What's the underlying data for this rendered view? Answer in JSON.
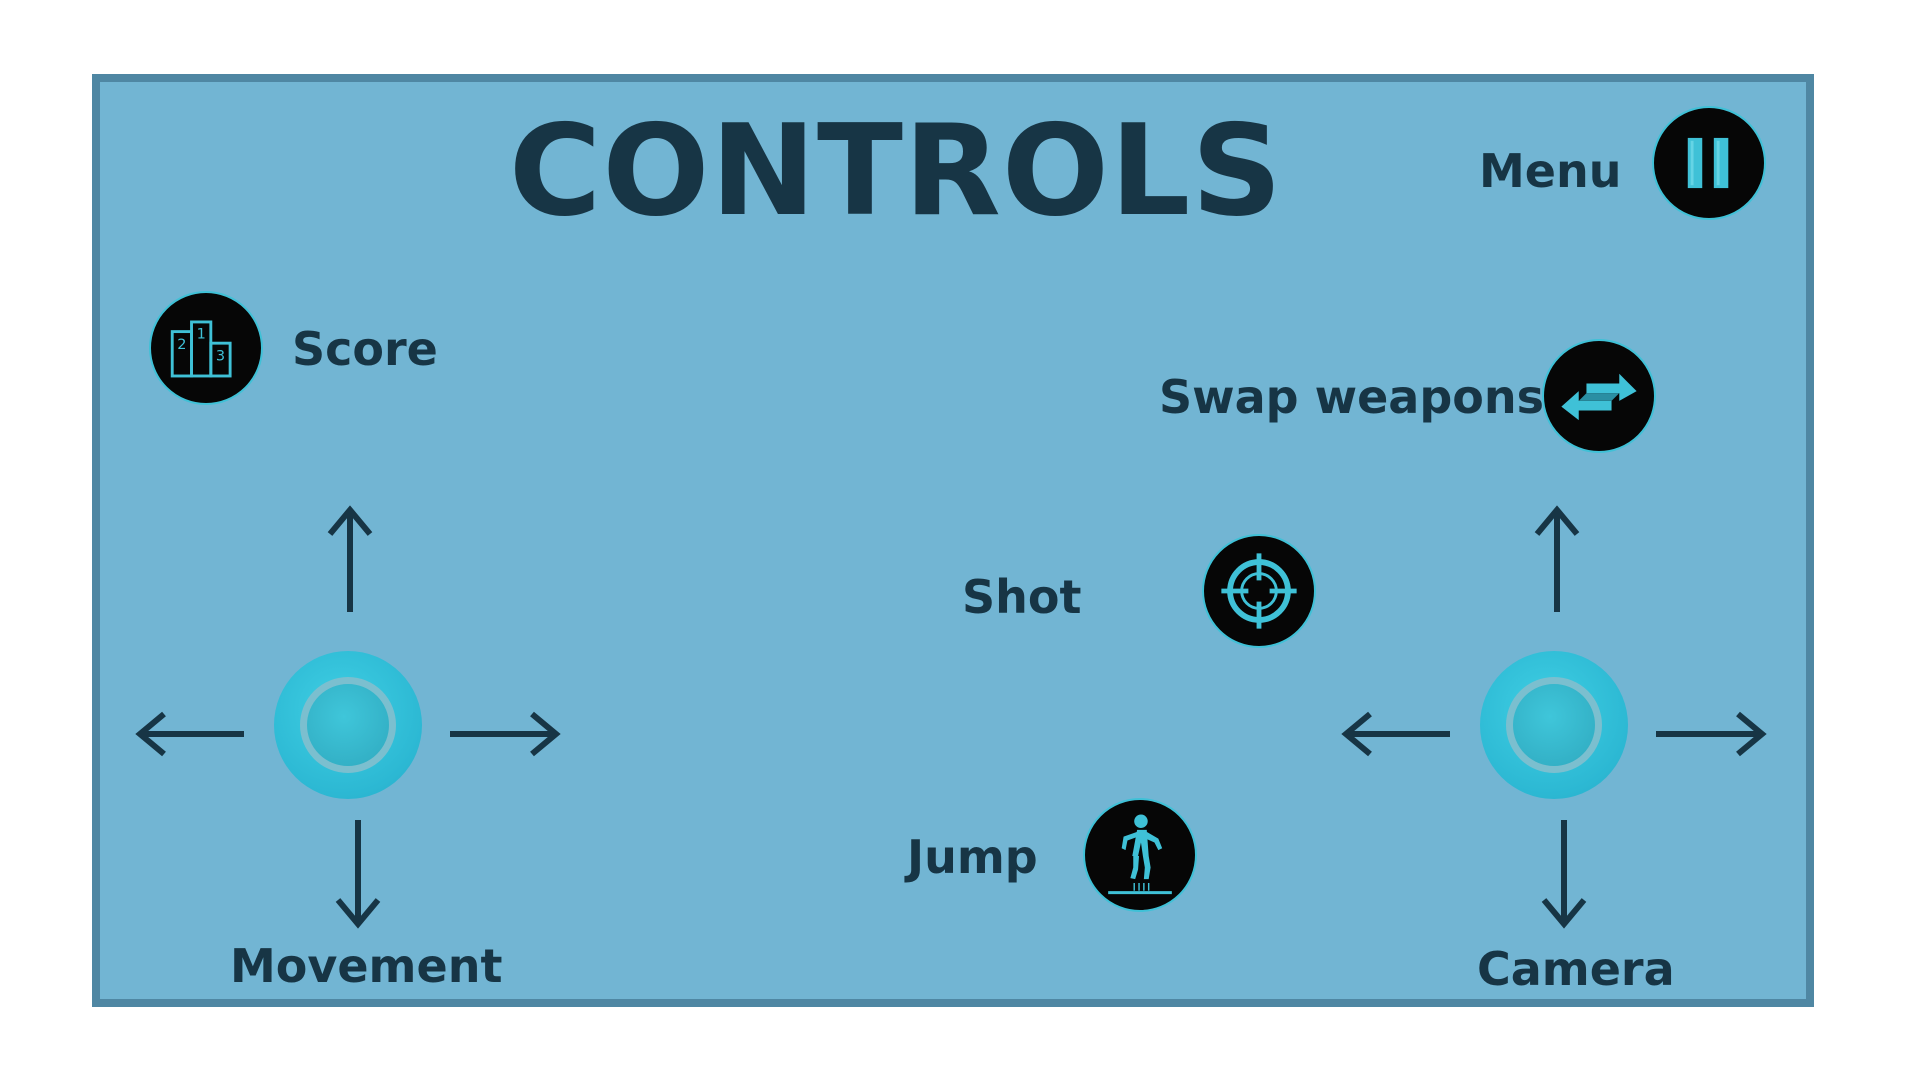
{
  "title": "CONTROLS",
  "menu": {
    "label": "Menu",
    "icon": "pause-icon"
  },
  "score": {
    "label": "Score",
    "icon": "podium-icon",
    "places": [
      "1",
      "2",
      "3"
    ]
  },
  "swap": {
    "label": "Swap weapons",
    "icon": "swap-arrows-icon"
  },
  "shot": {
    "label": "Shot",
    "icon": "crosshair-icon"
  },
  "jump": {
    "label": "Jump",
    "icon": "jumping-figure-icon"
  },
  "movement": {
    "label": "Movement",
    "icon": "movement-joystick-icon"
  },
  "camera": {
    "label": "Camera",
    "icon": "camera-joystick-icon"
  },
  "colors": {
    "panel_background": "#72b5d3",
    "panel_border": "#4f87a3",
    "text": "#173545",
    "button_fill": "#060606",
    "icon_accent": "#3fc1d7",
    "joystick": "#2cb8d3"
  }
}
